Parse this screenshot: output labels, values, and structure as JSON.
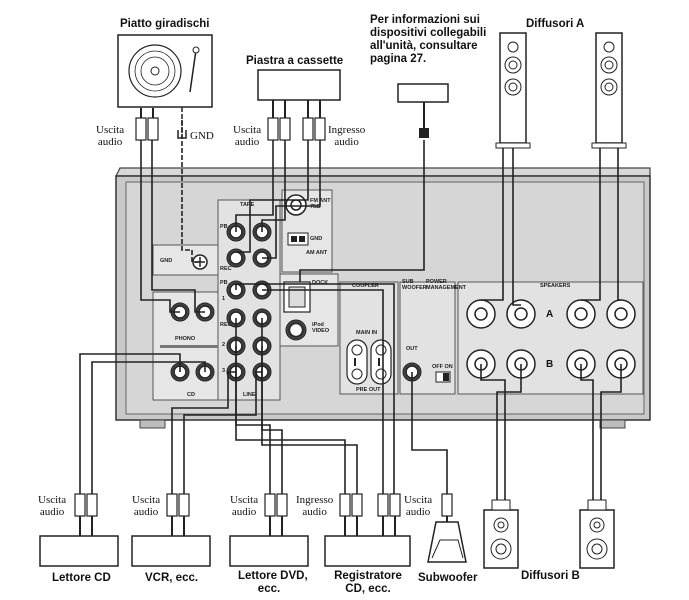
{
  "devices": {
    "turntable": "Piatto giradischi",
    "cassette": "Piastra a cassette",
    "info_note": [
      "Per informazioni sui",
      "dispositivi collegabili",
      "all'unità, consultare",
      "pagina 27."
    ],
    "speakers_a": "Diffusori A",
    "speakers_b": "Diffusori B",
    "cd_player": "Lettore CD",
    "vcr": "VCR, ecc.",
    "dvd": [
      "Lettore DVD,",
      "ecc."
    ],
    "cd_recorder": [
      "Registratore",
      "CD, ecc."
    ],
    "subwoofer": "Subwoofer"
  },
  "cable_labels": {
    "audio_out": [
      "Uscita",
      "audio"
    ],
    "audio_in": [
      "Ingresso",
      "audio"
    ],
    "gnd": "GND"
  },
  "panel_labels": {
    "tape": "TAPE",
    "pb": "PB",
    "rec": "REC",
    "gnd": "GND",
    "phono": "PHONO",
    "cd": "CD",
    "line": "LINE",
    "n1": "1",
    "n2": "2",
    "n3": "3",
    "fm_ant": [
      "FM ANT",
      "75Ω"
    ],
    "gnd_small": "GND",
    "am_ant": "AM ANT",
    "dock": "DOCK",
    "ipod_video": [
      "iPod",
      "VIDEO"
    ],
    "coupler": "COUPLER",
    "main_in": "MAIN IN",
    "pre_out": "PRE OUT",
    "sub_woofer": [
      "SUB",
      "WOOFER"
    ],
    "power_mgmt": [
      "POWER",
      "MANAGEMENT"
    ],
    "out": "OUT",
    "off_on": "OFF  ON",
    "speakers": "SPEAKERS",
    "a": "A",
    "b": "B"
  }
}
